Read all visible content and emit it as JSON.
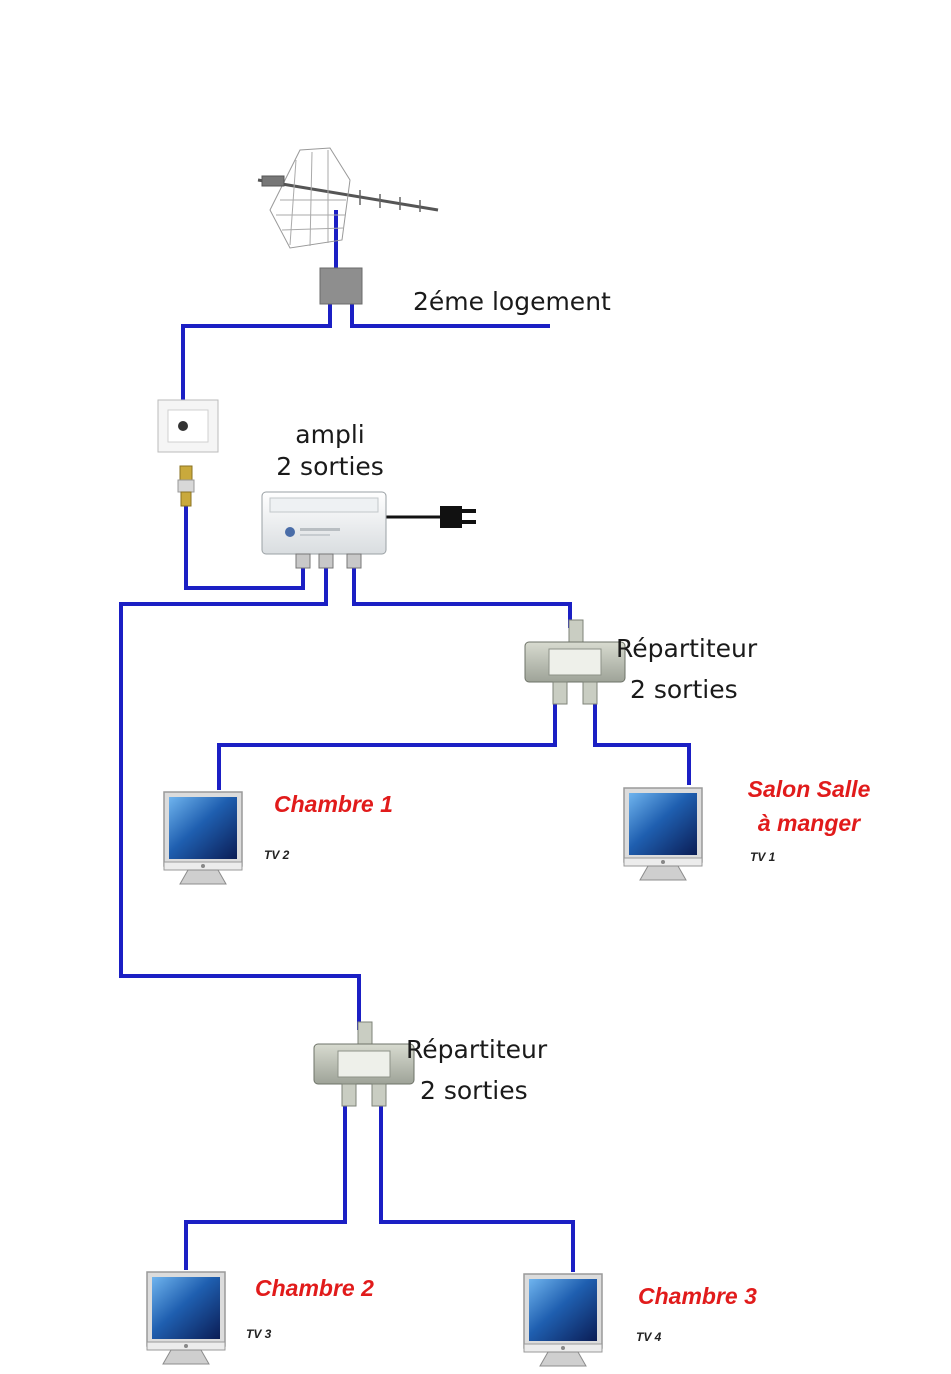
{
  "colors": {
    "cable": "#1b1fc4",
    "room_label": "#e11b1b",
    "label": "#1a1a1a"
  },
  "labels": {
    "second_dwelling": "2éme logement",
    "amp_line1": "ampli",
    "amp_line2": "2 sorties",
    "splitter1_line1": "Répartiteur",
    "splitter1_line2": "2 sorties",
    "splitter2_line1": "Répartiteur",
    "splitter2_line2": "2 sorties"
  },
  "rooms": {
    "chambre1": "Chambre 1",
    "salon_line1": "Salon Salle",
    "salon_line2": "à manger",
    "chambre2": "Chambre 2",
    "chambre3": "Chambre 3"
  },
  "tvs": {
    "tv1": "TV 1",
    "tv2": "TV 2",
    "tv3": "TV 3",
    "tv4": "TV 4"
  },
  "icons": [
    "antenna-icon",
    "coupler-icon",
    "wall-socket-icon",
    "f-connector-icon",
    "amplifier-icon",
    "power-plug-icon",
    "splitter-icon",
    "tv-monitor-icon"
  ]
}
